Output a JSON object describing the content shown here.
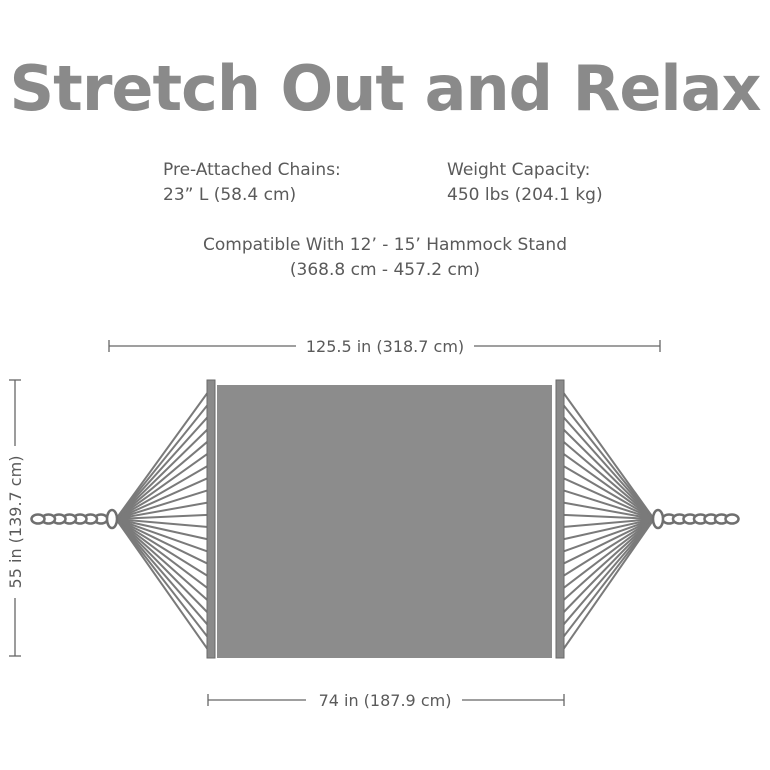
{
  "title": "Stretch Out and Relax",
  "specs": {
    "chains": {
      "label": "Pre-Attached Chains:",
      "value": "23” L (58.4 cm)"
    },
    "weight": {
      "label": "Weight Capacity:",
      "value": "450 lbs (204.1 kg)"
    },
    "stand": {
      "line1": "Compatible With 12’ - 15’ Hammock Stand",
      "line2": "(368.8 cm - 457.2 cm)"
    }
  },
  "dimensions": {
    "overall_length": "125.5 in (318.7 cm)",
    "bed_length": "74 in (187.9 cm)",
    "width": "55 in (139.7 cm)"
  },
  "colors": {
    "title": "#8a8a8a",
    "text": "#5a5a5a",
    "hammock_bed": "#8c8c8c",
    "lines": "#777777"
  }
}
